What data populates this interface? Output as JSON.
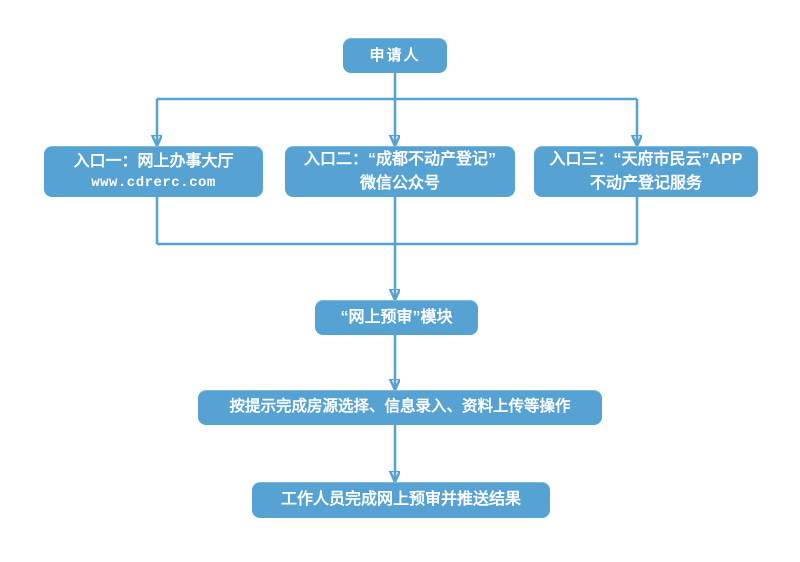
{
  "diagram": {
    "type": "flowchart",
    "nodes": {
      "applicant": {
        "label": "申请人"
      },
      "entry1": {
        "line1": "入口一：网上办事大厅",
        "line2": "www.cdrerc.com"
      },
      "entry2": {
        "line1": "入口二：“成都不动产登记”",
        "line2": "微信公众号"
      },
      "entry3": {
        "line1": "入口三：“天府市民云”APP",
        "line2": "不动产登记服务"
      },
      "module": {
        "label": "“网上预审”模块"
      },
      "step": {
        "label": "按提示完成房源选择、信息录入、资料上传等操作"
      },
      "result": {
        "label": "工作人员完成网上预审并推送结果"
      }
    },
    "edges": [
      {
        "from": "applicant",
        "to": "entry1"
      },
      {
        "from": "applicant",
        "to": "entry2"
      },
      {
        "from": "applicant",
        "to": "entry3"
      },
      {
        "from": "entry1",
        "to": "module"
      },
      {
        "from": "entry2",
        "to": "module"
      },
      {
        "from": "entry3",
        "to": "module"
      },
      {
        "from": "module",
        "to": "step"
      },
      {
        "from": "step",
        "to": "result"
      }
    ],
    "colors": {
      "node_fill": "#55A2D3",
      "node_text": "#FFFFFF",
      "connector": "#55A2D3",
      "background": "#FFFFFF"
    }
  }
}
